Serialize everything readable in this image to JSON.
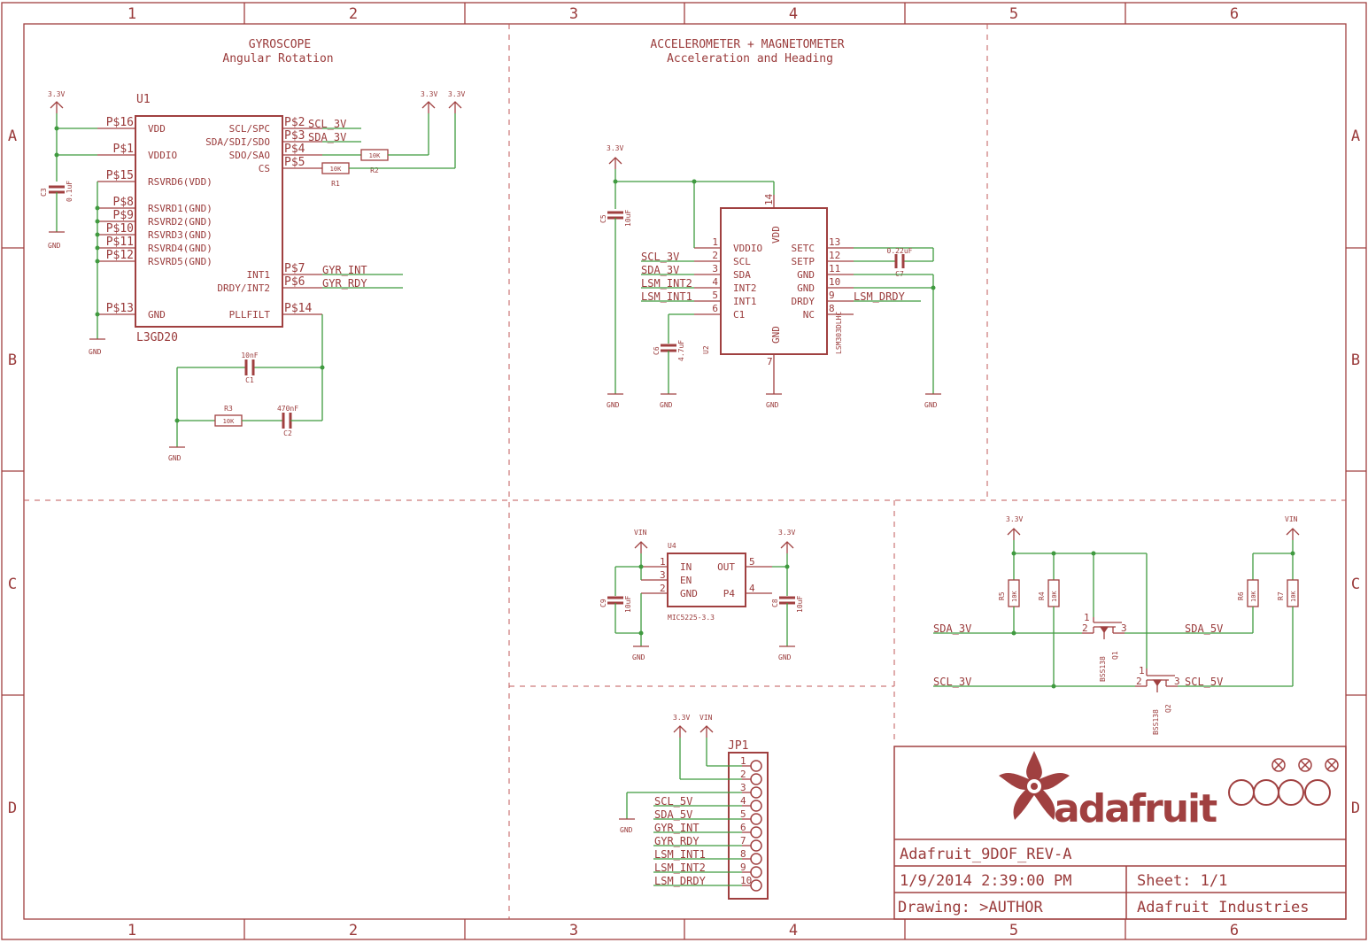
{
  "frame": {
    "columns": [
      "1",
      "2",
      "3",
      "4",
      "5",
      "6"
    ],
    "rows": [
      "A",
      "B",
      "C",
      "D"
    ]
  },
  "gyro": {
    "title": "GYROSCOPE",
    "subtitle": "Angular Rotation",
    "ref": "U1",
    "part": "L3GD20",
    "left_pins": [
      {
        "label": "VDD",
        "pad": "P$16"
      },
      {
        "label": "VDDIO",
        "pad": "P$1"
      },
      {
        "label": "RSVRD6(VDD)",
        "pad": "P$15"
      },
      {
        "label": "RSVRD1(GND)",
        "pad": "P$8"
      },
      {
        "label": "RSVRD2(GND)",
        "pad": "P$9"
      },
      {
        "label": "RSVRD3(GND)",
        "pad": "P$10"
      },
      {
        "label": "RSVRD4(GND)",
        "pad": "P$11"
      },
      {
        "label": "RSVRD5(GND)",
        "pad": "P$12"
      },
      {
        "label": "GND",
        "pad": "P$13"
      }
    ],
    "right_pins": [
      {
        "label": "SCL/SPC",
        "pad": "P$2",
        "net": "SCL_3V"
      },
      {
        "label": "SDA/SDI/SDO",
        "pad": "P$3",
        "net": "SDA_3V"
      },
      {
        "label": "SDO/SAO",
        "pad": "P$4",
        "net": ""
      },
      {
        "label": "CS",
        "pad": "P$5",
        "net": ""
      },
      {
        "label": "INT1",
        "pad": "P$7",
        "net": "GYR_INT"
      },
      {
        "label": "DRDY/INT2",
        "pad": "P$6",
        "net": "GYR_RDY"
      },
      {
        "label": "PLLFILT",
        "pad": "P$14",
        "net": ""
      }
    ],
    "rails": {
      "v1": "3.3V",
      "v2": "3.3V",
      "v3": "3.3V",
      "gnd1": "GND",
      "gnd2": "GND",
      "gnd3": "GND"
    },
    "c3": {
      "ref": "C3",
      "value": "0.1uF"
    },
    "r1": {
      "ref": "R1",
      "value": "10K"
    },
    "r2": {
      "ref": "R2",
      "value": "10K"
    },
    "r3": {
      "ref": "R3",
      "value": "10K"
    },
    "c1": {
      "ref": "C1",
      "value": "10nF"
    },
    "c2": {
      "ref": "C2",
      "value": "470nF"
    }
  },
  "lsm": {
    "title": "ACCELEROMETER + MAGNETOMETER",
    "subtitle": "Acceleration and Heading",
    "ref": "U2",
    "part": "LSM303DLHC",
    "vdd_label": "VDD",
    "vdd_pad": "14",
    "gnd_label": "GND",
    "gnd_pad": "7",
    "left_pins": [
      {
        "label": "VDDIO",
        "pad": "1",
        "net": ""
      },
      {
        "label": "SCL",
        "pad": "2",
        "net": "SCL_3V"
      },
      {
        "label": "SDA",
        "pad": "3",
        "net": "SDA_3V"
      },
      {
        "label": "INT2",
        "pad": "4",
        "net": "LSM_INT2"
      },
      {
        "label": "INT1",
        "pad": "5",
        "net": "LSM_INT1"
      },
      {
        "label": "C1",
        "pad": "6",
        "net": ""
      }
    ],
    "right_pins": [
      {
        "label": "SETC",
        "pad": "13",
        "net": ""
      },
      {
        "label": "SETP",
        "pad": "12",
        "net": ""
      },
      {
        "label": "GND",
        "pad": "11",
        "net": ""
      },
      {
        "label": "GND",
        "pad": "10",
        "net": ""
      },
      {
        "label": "DRDY",
        "pad": "9",
        "net": "LSM_DRDY"
      },
      {
        "label": "NC",
        "pad": "8",
        "net": ""
      }
    ],
    "rails": {
      "v1": "3.3V",
      "gnd1": "GND",
      "gnd2": "GND",
      "gnd3": "GND",
      "gnd4": "GND"
    },
    "c5": {
      "ref": "C5",
      "value": "10uF"
    },
    "c6": {
      "ref": "C6",
      "value": "4.7uF"
    },
    "c7": {
      "ref": "C7",
      "value": "0.22uF"
    }
  },
  "reg": {
    "ref": "U4",
    "part": "MIC5225-3.3",
    "pins": {
      "in": "IN",
      "en": "EN",
      "gnd": "GND",
      "out": "OUT",
      "p4": "P4"
    },
    "pads": {
      "in": "1",
      "en": "3",
      "gnd": "2",
      "out": "5",
      "p4": "4"
    },
    "rails": {
      "vin": "VIN",
      "v33": "3.3V",
      "gnd1": "GND",
      "gnd2": "GND"
    },
    "c9": {
      "ref": "C9",
      "value": "10uF"
    },
    "c8": {
      "ref": "C8",
      "value": "10uF"
    }
  },
  "level": {
    "rails": {
      "v33": "3.3V",
      "vin": "VIN"
    },
    "r5": {
      "ref": "R5",
      "value": "10K"
    },
    "r4": {
      "ref": "R4",
      "value": "10K"
    },
    "r6": {
      "ref": "R6",
      "value": "10K"
    },
    "r7": {
      "ref": "R7",
      "value": "10K"
    },
    "q1": {
      "ref": "Q1",
      "part": "BSS138",
      "p1": "1",
      "p2": "2",
      "p3": "3"
    },
    "q2": {
      "ref": "Q2",
      "part": "BSS138",
      "p1": "1",
      "p2": "2",
      "p3": "3"
    },
    "nets": {
      "sda3": "SDA_3V",
      "sda5": "SDA_5V",
      "scl3": "SCL_3V",
      "scl5": "SCL_5V"
    }
  },
  "header": {
    "ref": "JP1",
    "rails": {
      "v33": "3.3V",
      "vin": "VIN",
      "gnd": "GND"
    },
    "pins": [
      {
        "num": "1",
        "net": ""
      },
      {
        "num": "2",
        "net": ""
      },
      {
        "num": "3",
        "net": ""
      },
      {
        "num": "4",
        "net": "SCL_5V"
      },
      {
        "num": "5",
        "net": "SDA_5V"
      },
      {
        "num": "6",
        "net": "GYR_INT"
      },
      {
        "num": "7",
        "net": "GYR_RDY"
      },
      {
        "num": "8",
        "net": "LSM_INT1"
      },
      {
        "num": "9",
        "net": "LSM_INT2"
      },
      {
        "num": "10",
        "net": "LSM_DRDY"
      }
    ]
  },
  "title_block": {
    "brand": "adafruit",
    "name": "Adafruit_9DOF_REV-A",
    "date": "1/9/2014 2:39:00 PM",
    "sheet": "Sheet: 1/1",
    "drawing": "Drawing: >AUTHOR",
    "company": "Adafruit Industries"
  },
  "colors": {
    "frame": "#a04040",
    "wire": "#3f9a3f"
  }
}
